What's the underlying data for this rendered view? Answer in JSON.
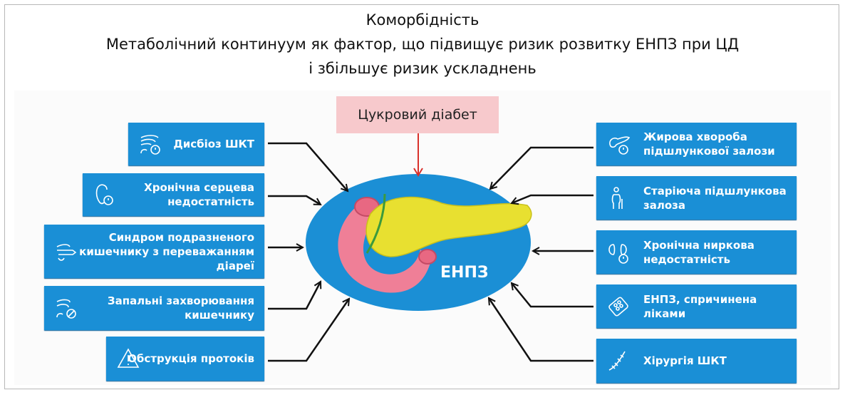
{
  "title": {
    "line1": "Коморбідність",
    "line2": "Метаболічний континуум як фактор, що підвищує ризик розвитку ЕНПЗ при ЦД",
    "line3": "і збільшує ризик ускладнень"
  },
  "center": {
    "source": "Цукровий діабет",
    "organ_label": "ЕНПЗ"
  },
  "left_factors": [
    {
      "label": "Дисбіоз ШКТ",
      "icon": "gut-alert-icon"
    },
    {
      "label": "Хронічна серцева недостатність",
      "icon": "heart-alert-icon"
    },
    {
      "label": "Синдром подразненого кишечнику з переважанням діареї",
      "icon": "gut-flow-icon"
    },
    {
      "label": "Запальні захворювання кишечнику",
      "icon": "gut-blocked-icon"
    },
    {
      "label": "Обструкція протоків",
      "icon": "warning-triangle-icon"
    }
  ],
  "right_factors": [
    {
      "label": "Жирова хвороба підшлункової залози",
      "icon": "pancreas-alert-icon"
    },
    {
      "label": "Старіюча підшлункова залоза",
      "icon": "elderly-person-icon"
    },
    {
      "label": "Хронічна ниркова недостатність",
      "icon": "kidney-alert-icon"
    },
    {
      "label": "ЕНПЗ, спричинена ліками",
      "icon": "pill-blister-icon"
    },
    {
      "label": "Хірургія ШКТ",
      "icon": "surgery-suture-icon"
    }
  ],
  "colors": {
    "box": "#1a8fd6",
    "ellipse": "#1b8fd5",
    "sugar_box": "#f7c9cc",
    "arrow_red": "#d9302b",
    "pancreas": "#e8e030",
    "duodenum": "#ef7f97"
  }
}
